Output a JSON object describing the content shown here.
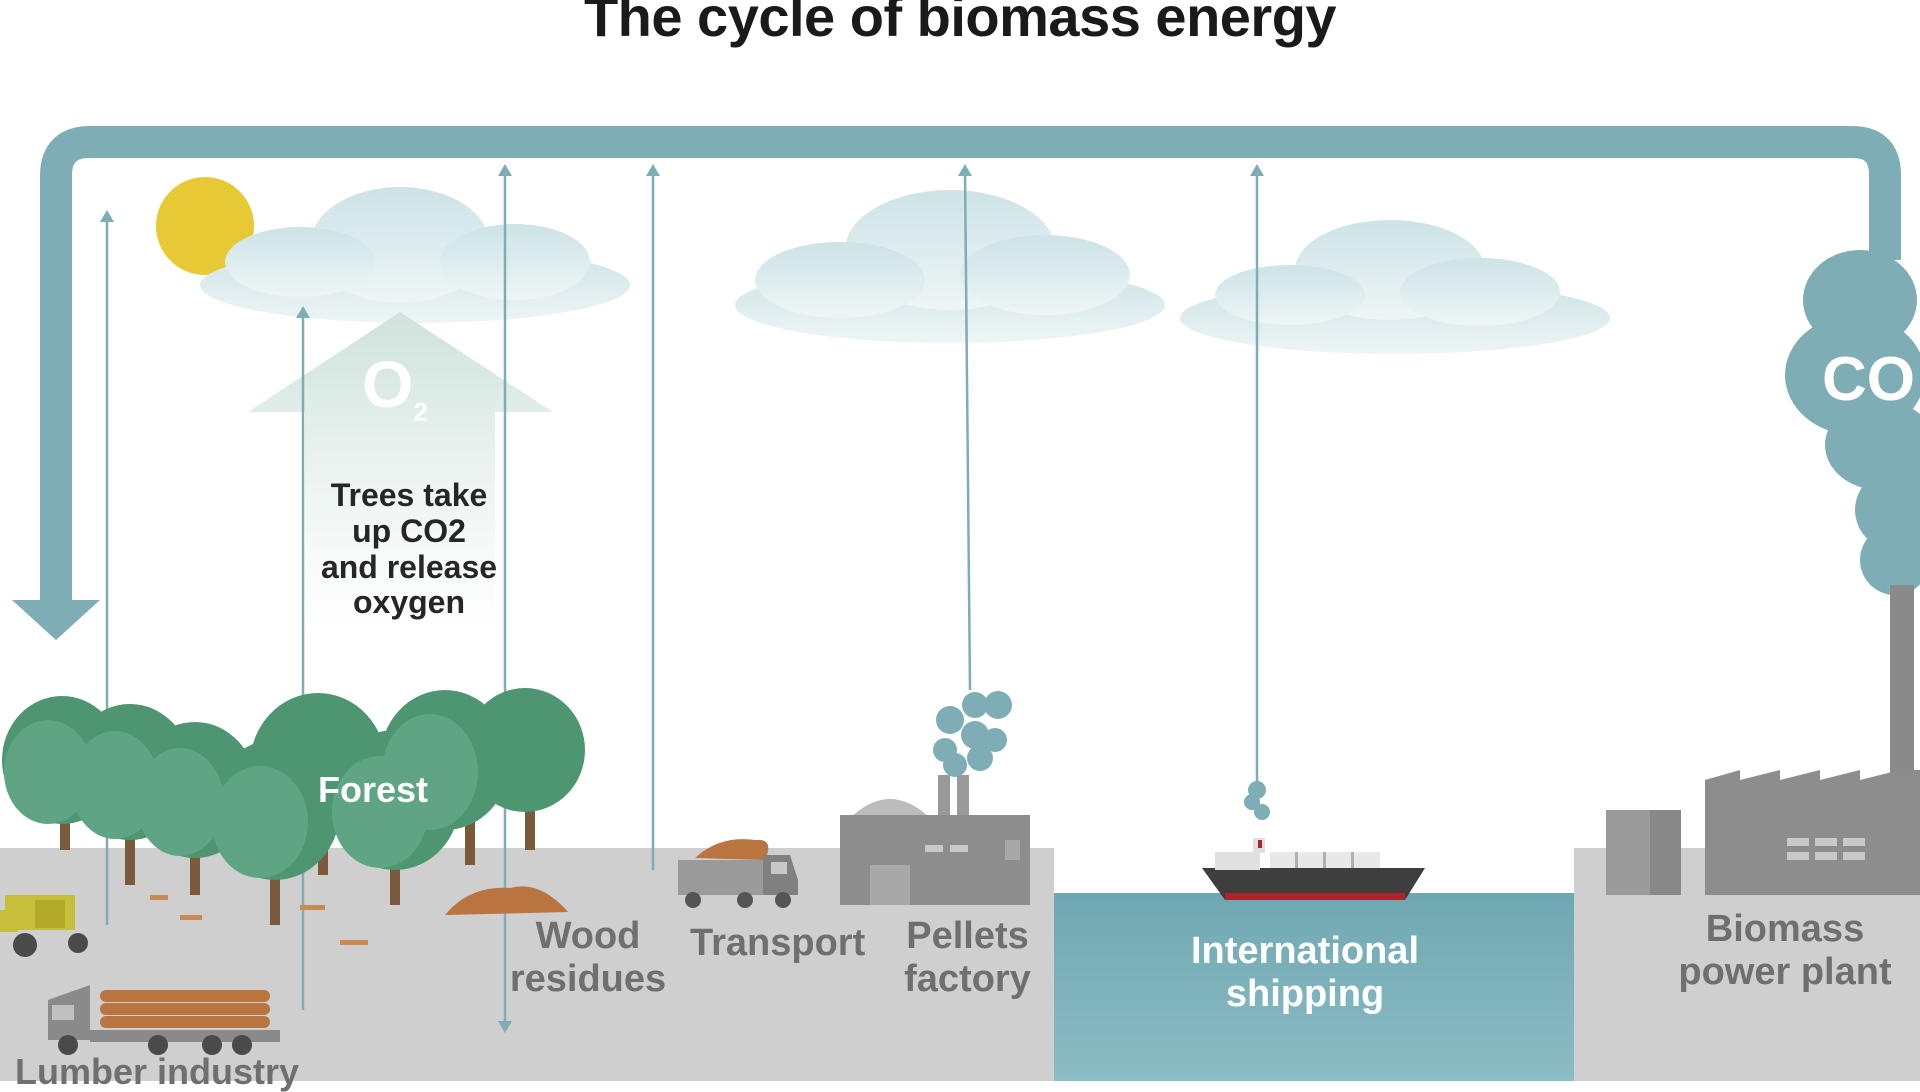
{
  "title": "The cycle of biomass energy",
  "o2_label": "O",
  "o2_subscript": "2",
  "trees_text": [
    "Trees take",
    "up CO2",
    "and release",
    "oxygen"
  ],
  "forest_label": "Forest",
  "stages": {
    "wood_residues": [
      "Wood",
      "residues"
    ],
    "transport": "Transport",
    "pellets_factory": [
      "Pellets",
      "factory"
    ],
    "international_shipping": [
      "International",
      "shipping"
    ],
    "power_plant": [
      "Biomass",
      "power plant"
    ],
    "lumber_industry": "Lumber industry"
  },
  "co2_label": "CO",
  "colors": {
    "cycle_arrow": "#7fadb6",
    "ground": "#cfcfcf",
    "water": "#6aa3ad",
    "tree_green": "#4e9672",
    "sun": "#e6c935",
    "cloud": "#d6e8ea",
    "building": "#8d8d8d"
  }
}
